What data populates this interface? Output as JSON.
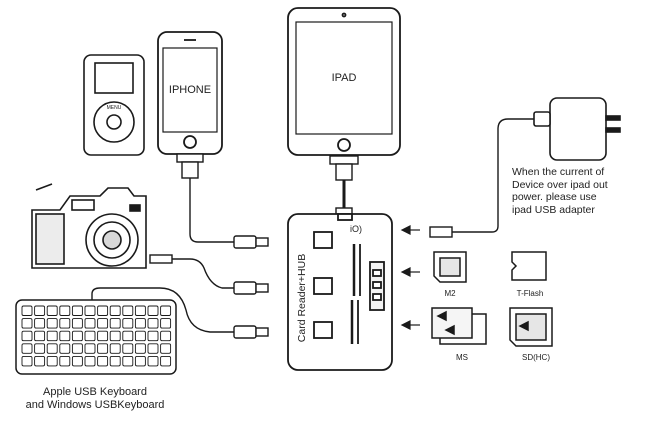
{
  "devices": {
    "iphone_label": "IPHONE",
    "ipad_label": "IPAD",
    "hub_label": "Card Reader+HUB",
    "hub_top_glyph": "iO)"
  },
  "cards": {
    "m2": "M2",
    "tflash": "T-Flash",
    "ms": "MS",
    "sdhc": "SD(HC)"
  },
  "notes": {
    "adapter_line1": "When the current of",
    "adapter_line2": "Device over ipad out",
    "adapter_line3": "power. please use",
    "adapter_line4": "ipad USB adapter",
    "keyboard_line1": "Apple USB Keyboard",
    "keyboard_line2": "and Windows USBKeyboard"
  },
  "colors": {
    "line": "#1a1a1a",
    "fill": "#ffffff",
    "shade": "#d8d8d8"
  }
}
